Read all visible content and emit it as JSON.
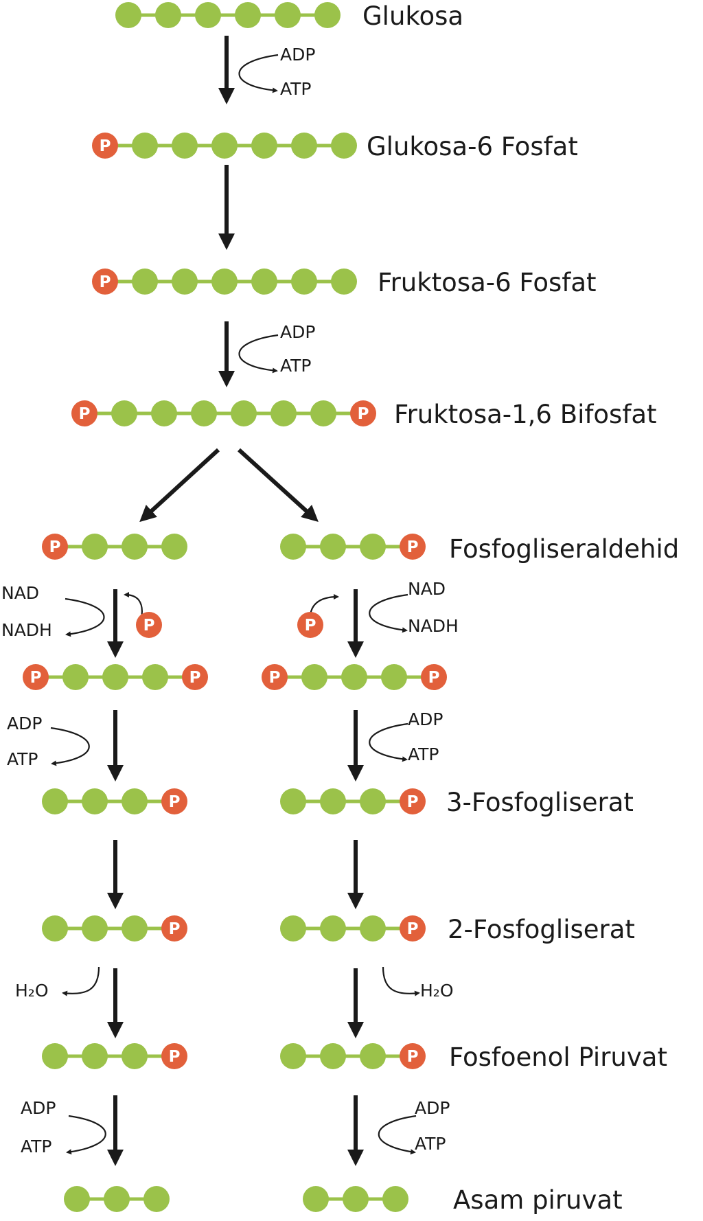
{
  "colors": {
    "carbon": "#9bc24a",
    "bond": "#9bc24a",
    "phosphate": "#e2603b",
    "arrow": "#1a1a1a"
  },
  "phosphate_symbol": "P",
  "molecules": [
    {
      "id": "glukosa",
      "name": "Glukosa",
      "atoms": [
        "C",
        "C",
        "C",
        "C",
        "C",
        "C"
      ]
    },
    {
      "id": "g6p",
      "name": "Glukosa-6 Fosfat",
      "atoms": [
        "P",
        "C",
        "C",
        "C",
        "C",
        "C",
        "C"
      ]
    },
    {
      "id": "f6p",
      "name": "Fruktosa-6 Fosfat",
      "atoms": [
        "P",
        "C",
        "C",
        "C",
        "C",
        "C",
        "C"
      ]
    },
    {
      "id": "f16bp",
      "name": "Fruktosa-1,6 Bifosfat",
      "atoms": [
        "P",
        "C",
        "C",
        "C",
        "C",
        "C",
        "C",
        "P"
      ]
    },
    {
      "id": "gap",
      "name": "Fosfogliseraldehid"
    },
    {
      "id": "bpg",
      "name": ""
    },
    {
      "id": "3pg",
      "name": "3-Fosfogliserat"
    },
    {
      "id": "2pg",
      "name": "2-Fosfogliserat"
    },
    {
      "id": "pep",
      "name": "Fosfoenol Piruvat"
    },
    {
      "id": "pyr",
      "name": "Asam piruvat"
    }
  ],
  "cofactors": {
    "adp": "ADP",
    "atp": "ATP",
    "nad": "NAD",
    "nadh": "NADH",
    "water": "H₂O"
  }
}
